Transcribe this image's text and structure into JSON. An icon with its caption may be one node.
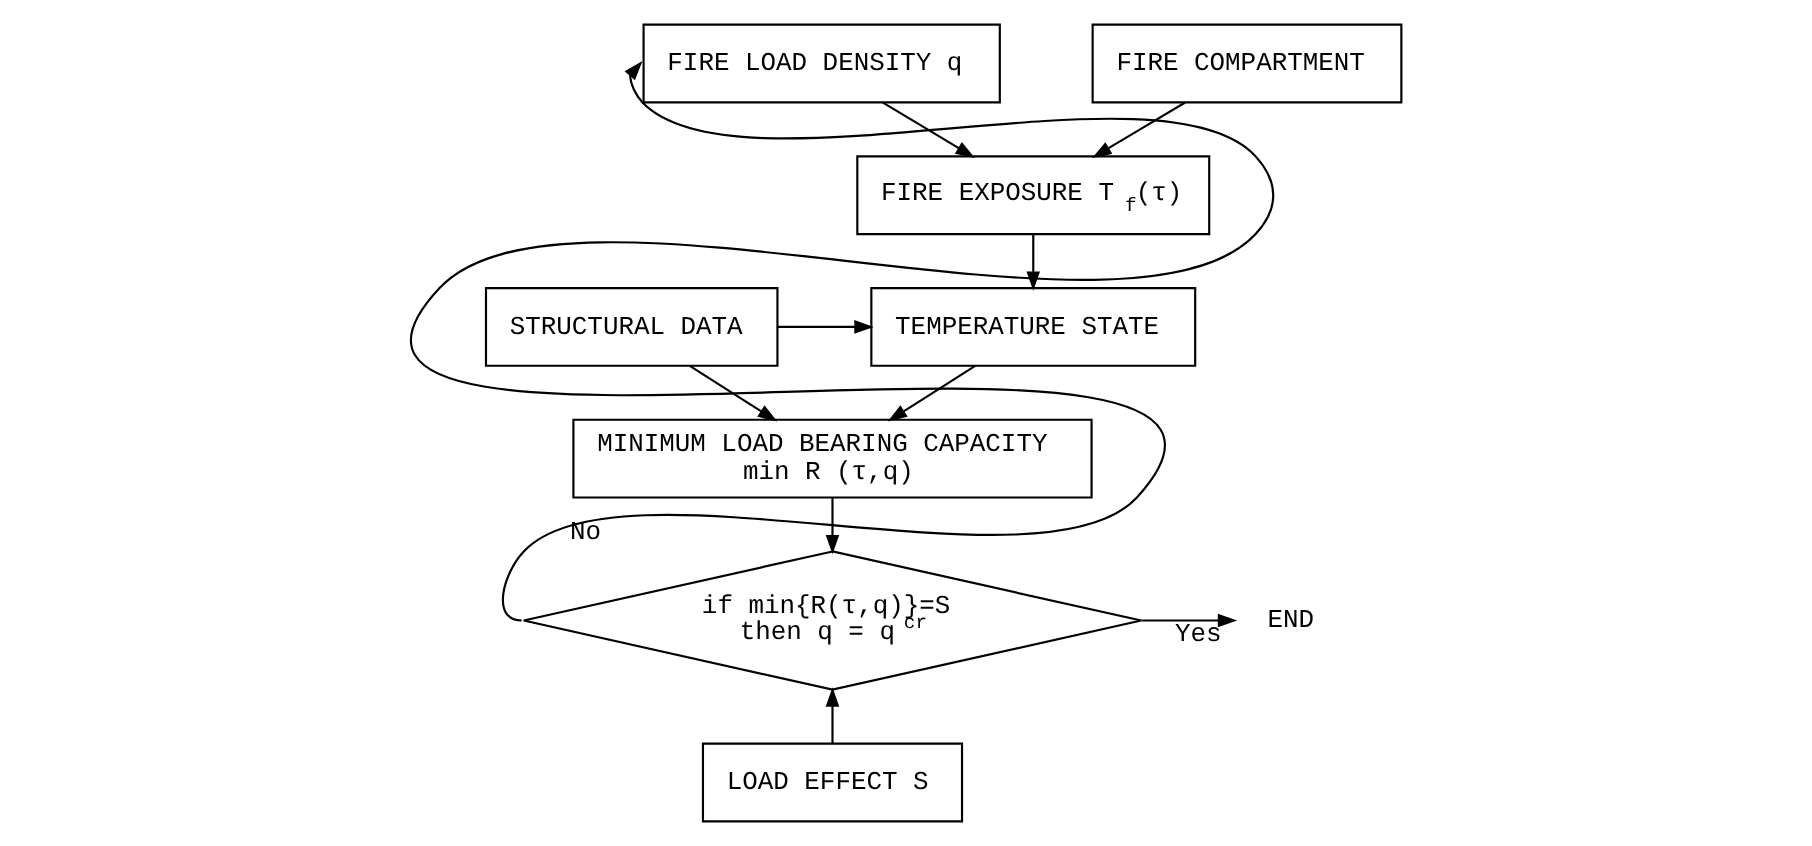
{
  "diagram": {
    "nodes": [
      {
        "text": [
          "FIRE LOAD DENSITY q"
        ]
      },
      {
        "text": [
          "FIRE COMPARTMENT"
        ]
      },
      {
        "text": [
          "STRUCTURAL DATA"
        ]
      },
      {
        "text": [
          "FIRE EXPOSURE T$_{f}$(τ)"
        ]
      },
      {
        "text": [
          "TEMPERATURE STATE"
        ]
      },
      {
        "text": [
          "MINIMUM LOAD BEARING CAPACITY min R (τ,q)"
        ]
      },
      {
        "text": [
          "if min{R(τ,q)}=S then q = q$^{cr}$"
        ]
      },
      {
        "text": [
          "LOAD EFFECT S"
        ]
      },
      {
        "text": [
          "END"
        ]
      }
    ],
    "edges": [
      {
        "from": 0,
        "to": 3,
        "arrow": "to"
      },
      {
        "from": 1,
        "to": 3,
        "arrow": "to"
      },
      {
        "from": 2,
        "to": 4,
        "arrow": "to"
      },
      {
        "from": 2,
        "to": 5,
        "arrow": "to"
      },
      {
        "from": 3,
        "to": 4,
        "arrow": "to"
      },
      {
        "from": 4,
        "to": 5,
        "arrow": "to"
      },
      {
        "from": 5,
        "to": 6,
        "arrow": "to"
      },
      {
        "from": 7,
        "to": 6,
        "arrow": "to"
      },
      {
        "from": 6,
        "to": 8,
        "arrow": "to",
        "label": "Yes"
      },
      {
        "from": 6,
        "to": 0,
        "arrow": "to",
        "label": "No"
      }
    ]
  }
}
